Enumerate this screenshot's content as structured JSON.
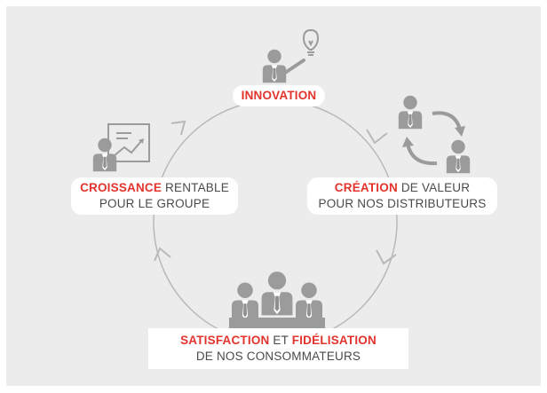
{
  "colors": {
    "accent": "#e2332c",
    "figure": "#9b9b9b",
    "text": "#4a4a4a",
    "background": "#ececec"
  },
  "stages": {
    "innovation": {
      "highlight": "INNOVATION",
      "rest": "",
      "line2": ""
    },
    "creation": {
      "highlight": "CRÉATION",
      "rest": " DE VALEUR",
      "line2": "POUR NOS DISTRIBUTEURS"
    },
    "croissance": {
      "highlight": "CROISSANCE",
      "rest": " RENTABLE",
      "line2": "POUR LE GROUPE"
    },
    "satisfaction": {
      "highlight": "SATISFACTION",
      "mid": " ET ",
      "highlight2": "FIDÉLISATION",
      "line2": "DE NOS CONSOMMATEURS"
    }
  },
  "icons": [
    "person-with-lightbulb-icon",
    "people-exchange-icon",
    "person-chart-icon",
    "group-of-people-icon"
  ]
}
